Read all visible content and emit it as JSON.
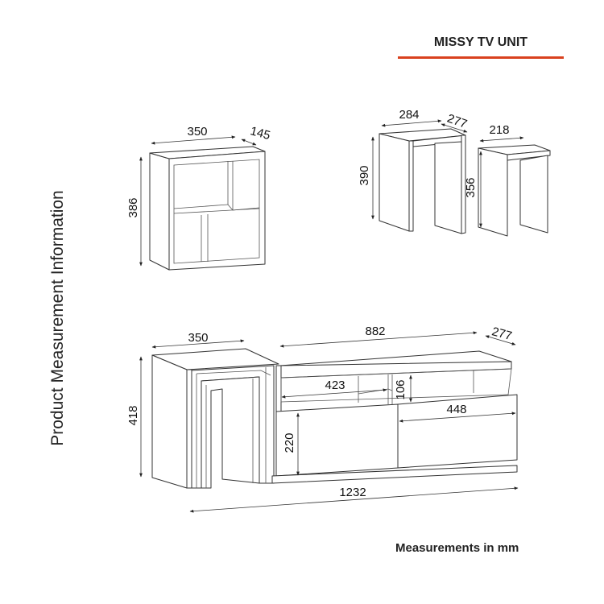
{
  "header": {
    "title": "MISSY TV UNIT",
    "accent_color": "#d9411e"
  },
  "side_label": "Product Measurement Information",
  "footer": {
    "units_note": "Measurements in mm"
  },
  "wall_shelf": {
    "width": "350",
    "depth": "145",
    "height": "386"
  },
  "nesting_tables": {
    "large_width": "284",
    "large_depth": "277",
    "large_height": "390",
    "small_width": "218",
    "small_height": "356"
  },
  "assembled_unit": {
    "table_width": "350",
    "unit_width": "882",
    "unit_depth": "277",
    "table_height": "418",
    "shelf_width": "423",
    "shelf_height": "106",
    "door_width": "448",
    "door_height": "220",
    "total_width": "1232"
  }
}
